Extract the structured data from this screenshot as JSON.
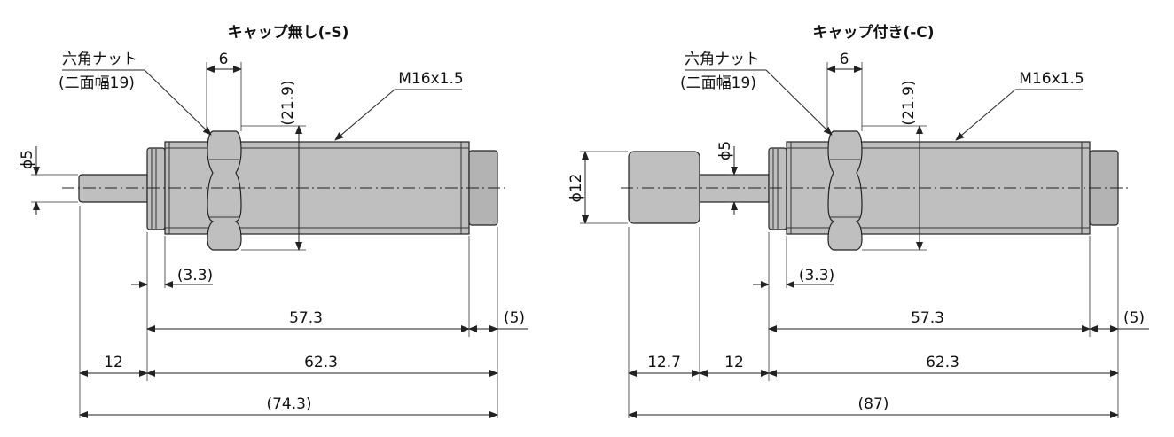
{
  "views": {
    "left": {
      "title": "キャップ無し(-S)",
      "nut_label_1": "六角ナット",
      "nut_label_2": "(二面幅19)",
      "thread_label": "M16x1.5",
      "dim_nut_width": "6",
      "dim_nut_height": "(21.9)",
      "dim_rod_dia": "ϕ5",
      "dim_gap": "(3.3)",
      "dim_body": "57.3",
      "dim_end": "(5)",
      "dim_rod_len": "12",
      "dim_total_body": "62.3",
      "dim_overall": "(74.3)"
    },
    "right": {
      "title": "キャップ付き(-C)",
      "nut_label_1": "六角ナット",
      "nut_label_2": "(二面幅19)",
      "thread_label": "M16x1.5",
      "dim_nut_width": "6",
      "dim_nut_height": "(21.9)",
      "dim_rod_dia": "ϕ5",
      "dim_cap_dia": "ϕ12",
      "dim_gap": "(3.3)",
      "dim_body": "57.3",
      "dim_end": "(5)",
      "dim_cap_len": "12.7",
      "dim_rod_len": "12",
      "dim_total_body": "62.3",
      "dim_overall": "(87)"
    }
  }
}
